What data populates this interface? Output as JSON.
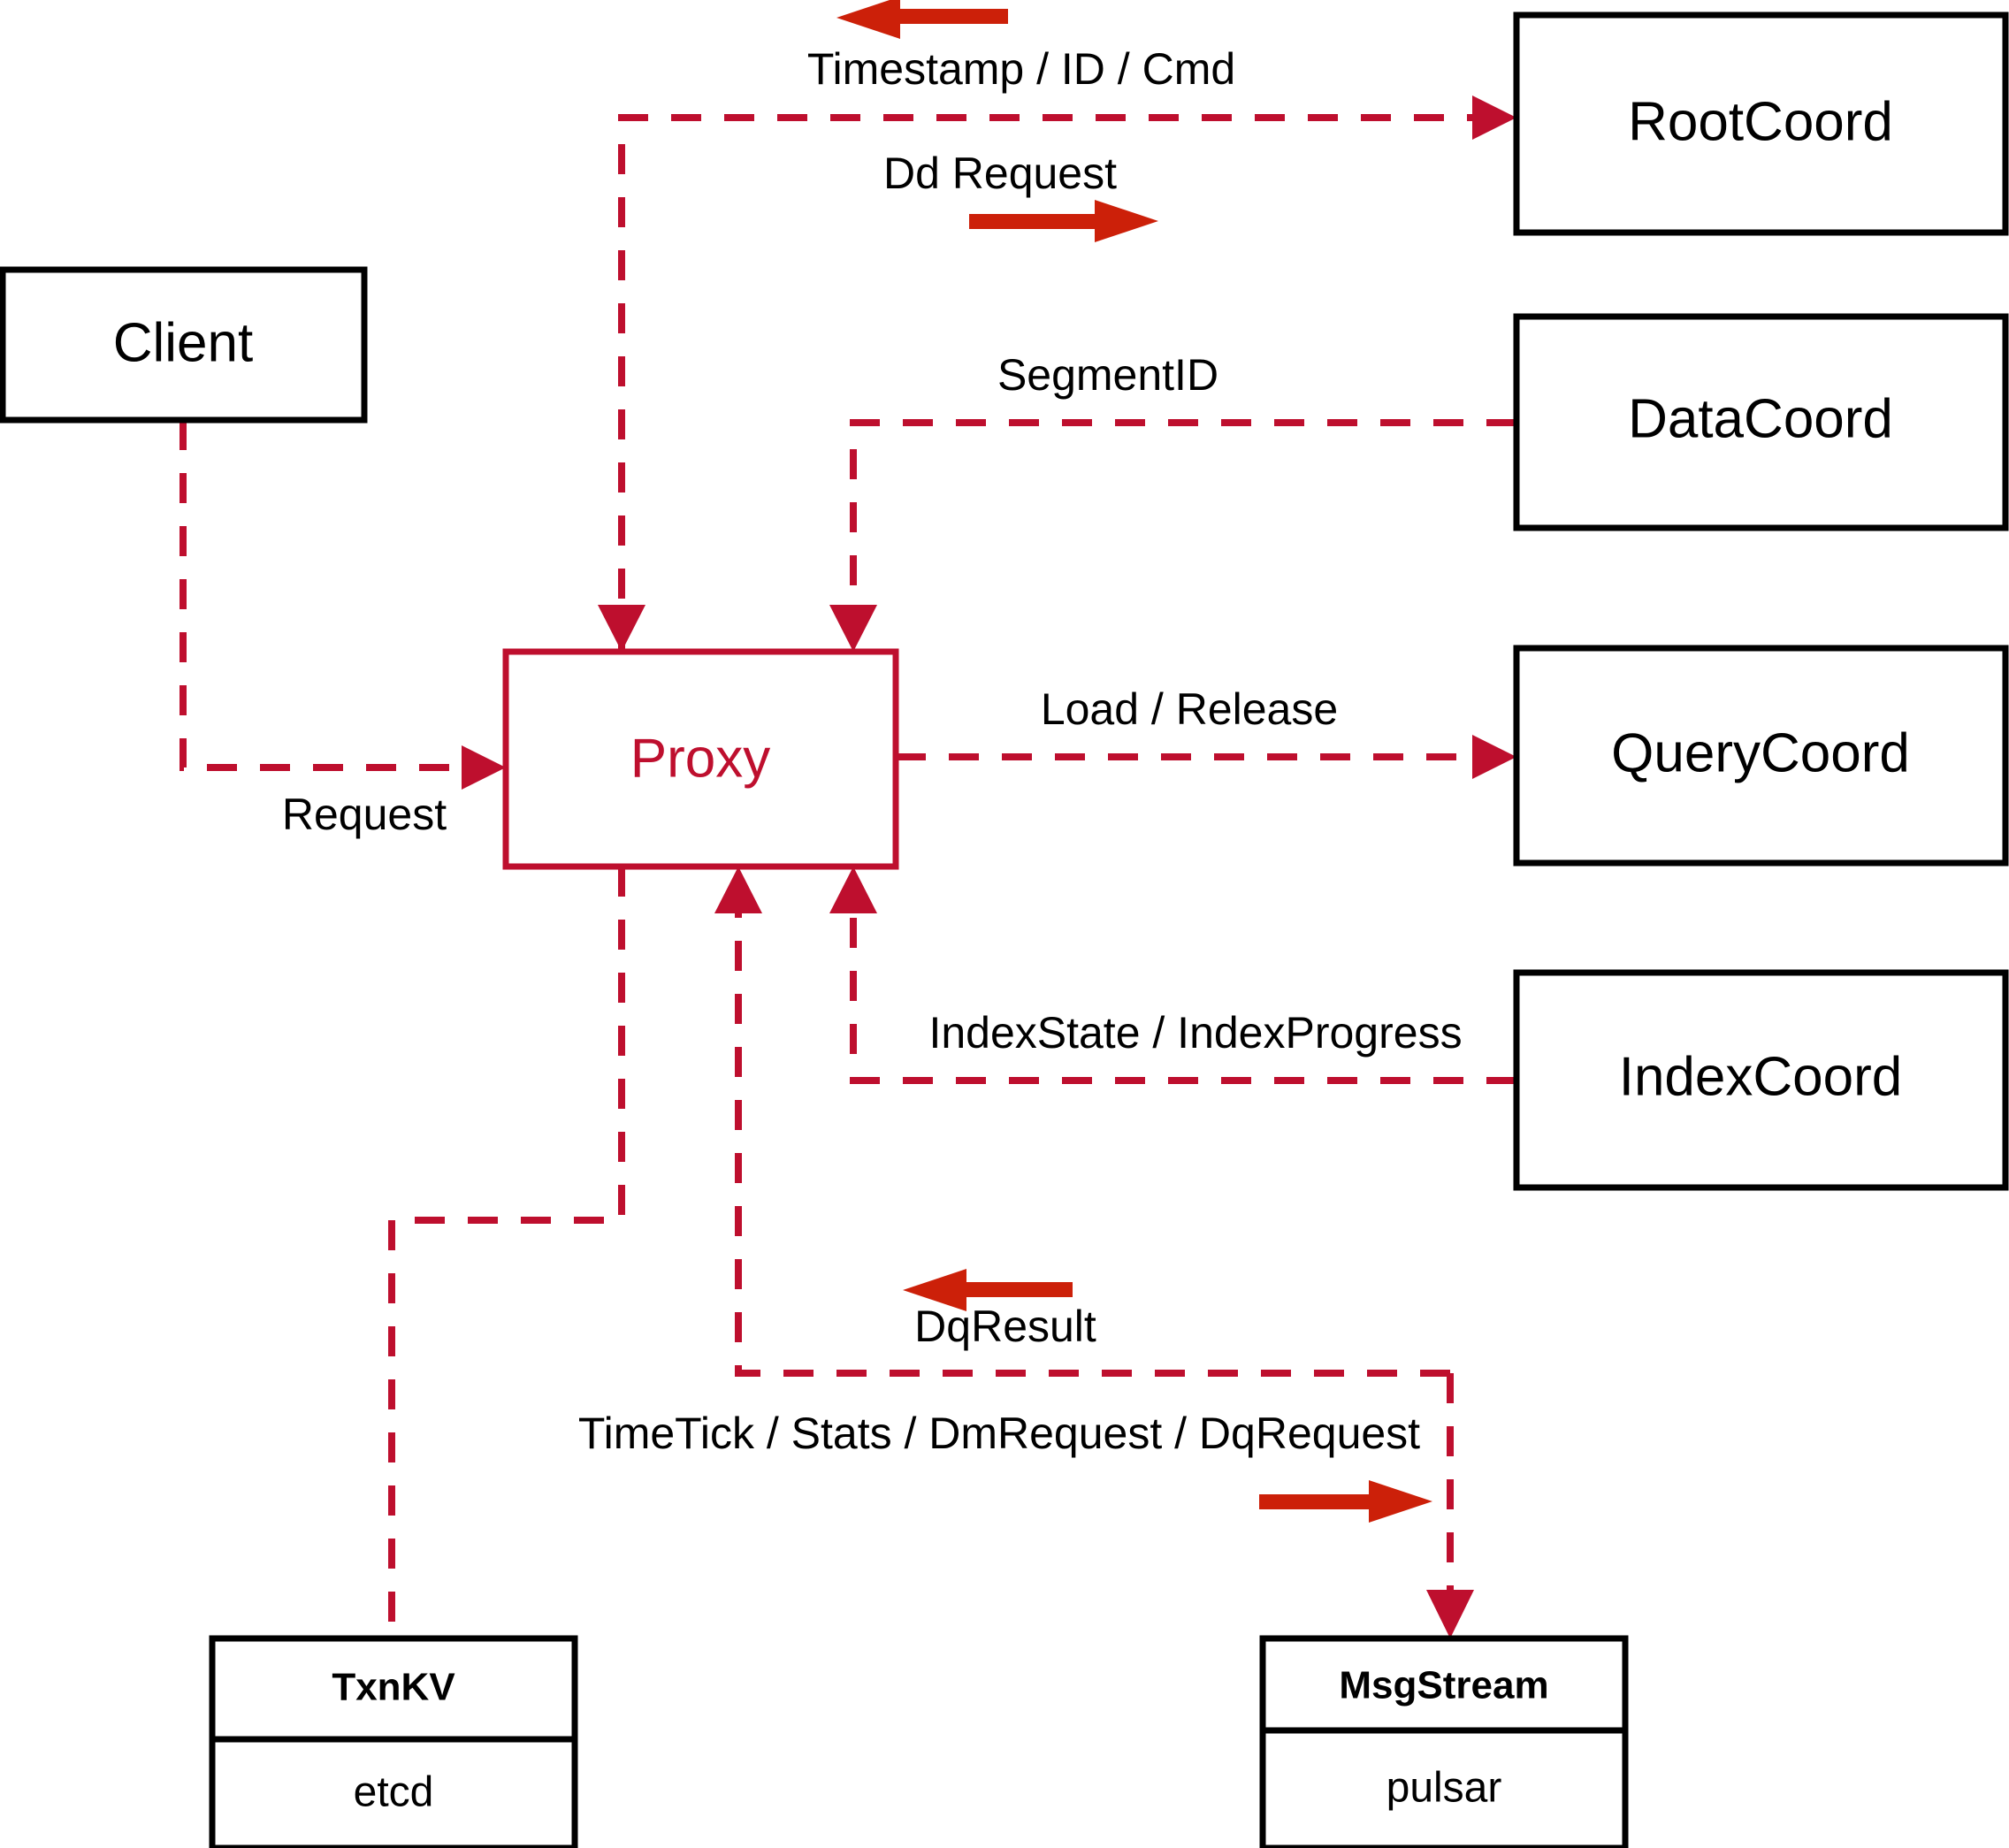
{
  "diagram": {
    "title": "Milvus Proxy interaction diagram",
    "colors": {
      "dashed_edge": "#BE0F2E",
      "proxy_box": "#BE0F2E",
      "bold_arrow": "#CC2009",
      "node_box": "#000000",
      "background": "#FFFFFF"
    },
    "nodes": [
      {
        "id": "client",
        "label": "Client"
      },
      {
        "id": "proxy",
        "label": "Proxy"
      },
      {
        "id": "rootcoord",
        "label": "RootCoord"
      },
      {
        "id": "datacoord",
        "label": "DataCoord"
      },
      {
        "id": "querycoord",
        "label": "QueryCoord"
      },
      {
        "id": "indexcoord",
        "label": "IndexCoord"
      },
      {
        "id": "txnkv",
        "label": "TxnKV",
        "sublabel": "etcd"
      },
      {
        "id": "msgstream",
        "label": "MsgStream",
        "sublabel": "pulsar"
      }
    ],
    "edges": [
      {
        "id": "timestamp-id-cmd",
        "label": "Timestamp / ID / Cmd",
        "from": "rootcoord",
        "to": "proxy",
        "direction": "left"
      },
      {
        "id": "dd-request",
        "label": "Dd Request",
        "from": "proxy",
        "to": "rootcoord",
        "direction": "right"
      },
      {
        "id": "segment-id",
        "label": "SegmentID",
        "from": "datacoord",
        "to": "proxy",
        "direction": "left"
      },
      {
        "id": "load-release",
        "label": "Load / Release",
        "from": "proxy",
        "to": "querycoord",
        "direction": "right"
      },
      {
        "id": "index-state",
        "label": "IndexState / IndexProgress",
        "from": "indexcoord",
        "to": "proxy",
        "direction": "left"
      },
      {
        "id": "request",
        "label": "Request",
        "from": "client",
        "to": "proxy",
        "direction": "right"
      },
      {
        "id": "dq-result",
        "label": "DqResult",
        "from": "msgstream",
        "to": "proxy",
        "direction": "left"
      },
      {
        "id": "timetick-stats",
        "label": "TimeTick / Stats / DmRequest / DqRequest",
        "from": "proxy",
        "to": "msgstream",
        "direction": "right"
      },
      {
        "id": "txnkv-link",
        "label": "",
        "from": "proxy",
        "to": "txnkv",
        "direction": "down"
      }
    ]
  }
}
